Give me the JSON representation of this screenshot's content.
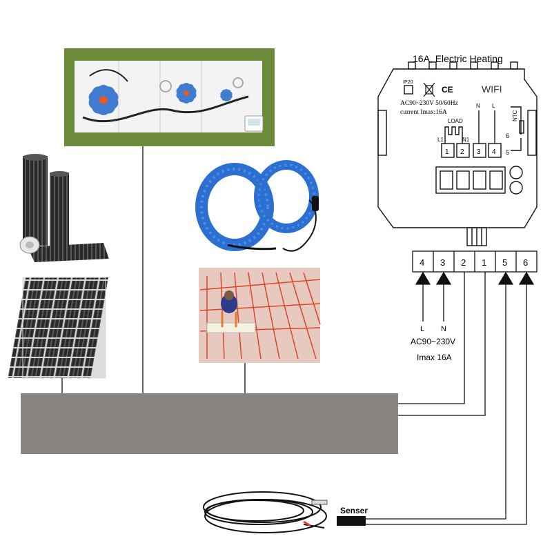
{
  "device": {
    "title": "16A, Electric Heating",
    "wifi_label": "WIFI",
    "ip_rating": "IP20",
    "ce_mark": "CE",
    "spec_voltage": "AC90~230V 50/60Hz",
    "spec_current": "current Imax:16A",
    "load_label": "LOAD",
    "l1_label": "L1",
    "n1_label": "N1",
    "n_label": "N",
    "l_label": "L",
    "ntc_label": "NTC",
    "ntc_pin6": "6",
    "ntc_pin5": "5",
    "terminals": [
      "1",
      "2",
      "3",
      "4"
    ]
  },
  "terminal_strip": [
    "4",
    "3",
    "2",
    "1",
    "5",
    "6"
  ],
  "power_input": {
    "l_label": "L",
    "n_label": "N",
    "voltage": "AC90~230V",
    "current": "Imax 16A"
  },
  "sensor": {
    "label": "Senser"
  },
  "colors": {
    "panel_green": "#6b8a3a",
    "heating_cable_blue": "#2b6fd0",
    "load_bar_gray": "#8a8582",
    "floor_pink": "#e8c9c0",
    "heating_wire_red": "#d9452b"
  }
}
